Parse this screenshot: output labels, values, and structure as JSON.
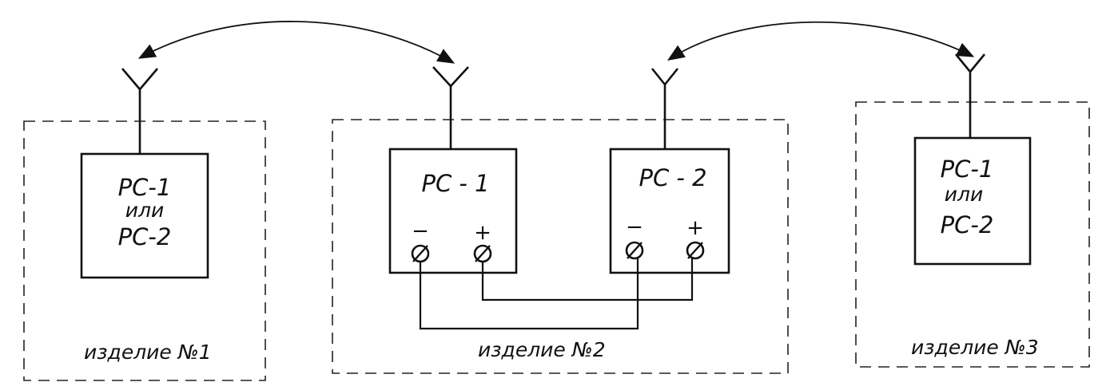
{
  "devices": {
    "d1": {
      "caption": "изделие №1",
      "line1": "PC-1",
      "line2": "или",
      "line3": "PC-2"
    },
    "d2": {
      "caption": "изделие №2",
      "unit_a": "PC - 1",
      "unit_b": "PC - 2"
    },
    "d3": {
      "caption": "изделие №3",
      "line1": "PC-1",
      "line2": "или",
      "line3": "PC-2"
    }
  },
  "terminals": {
    "minus": "−",
    "plus": "+"
  },
  "colors": {
    "ink": "#111111",
    "paper": "#ffffff"
  },
  "icons": [
    "antenna-icon",
    "radio-link-arrow-icon",
    "terminal-screw-icon"
  ]
}
